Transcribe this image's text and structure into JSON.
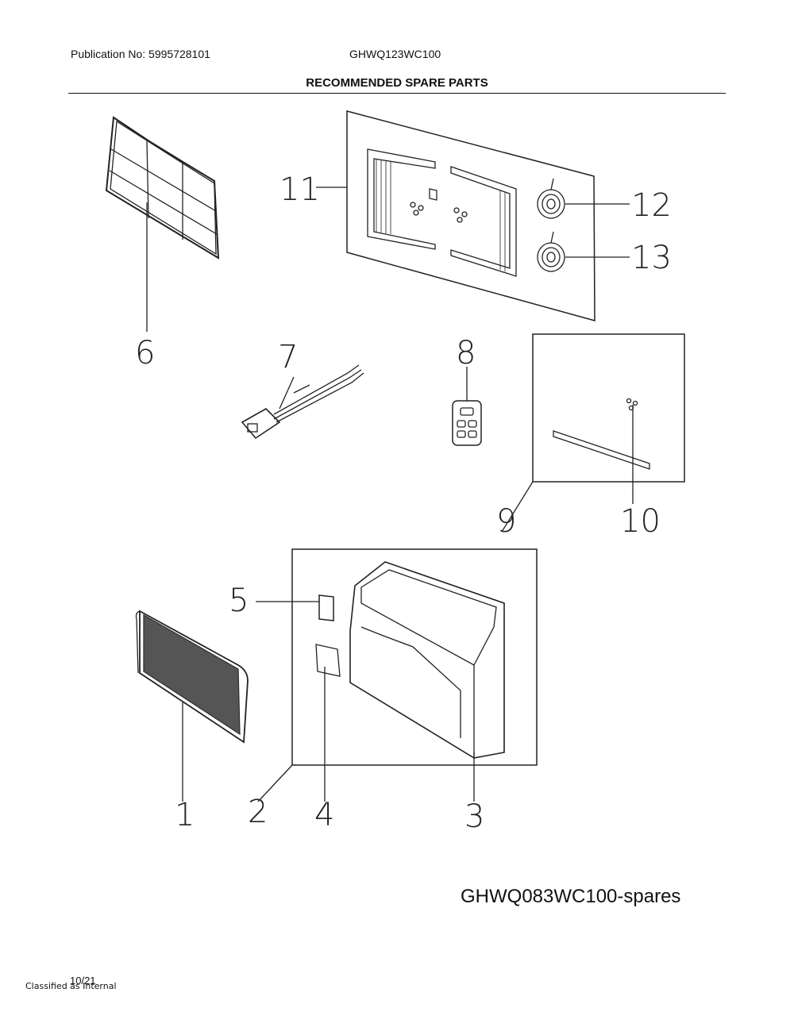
{
  "header": {
    "publication": "Publication No: 5995728101",
    "model": "GHWQ123WC100",
    "title": "RECOMMENDED SPARE PARTS"
  },
  "callouts": {
    "c1": "1",
    "c2": "2",
    "c3": "3",
    "c4": "4",
    "c5": "5",
    "c6": "6",
    "c7": "7",
    "c8": "8",
    "c9": "9",
    "c10": "10",
    "c11": "11",
    "c12": "12",
    "c13": "13"
  },
  "footer": {
    "diagram_code": "GHWQ083WC100-spares",
    "date": "10/21",
    "classification": "Classified as Internal"
  }
}
